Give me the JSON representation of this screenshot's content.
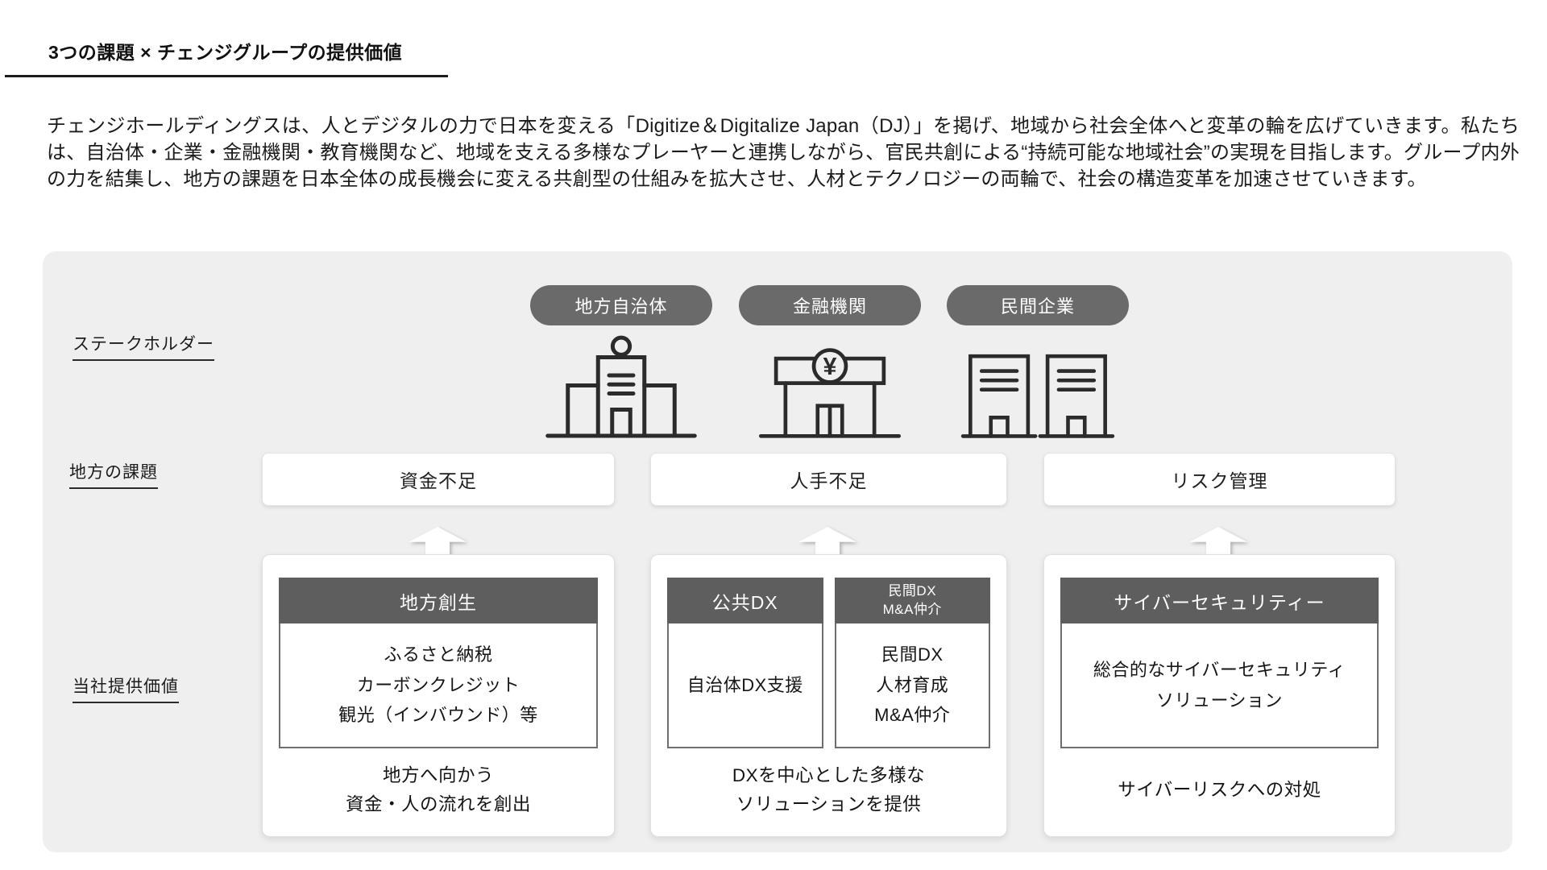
{
  "page": {
    "title": "3つの課題 × チェンジグループの提供価値",
    "intro": "チェンジホールディングスは、人とデジタルの力で日本を変える「Digitize＆Digitalize Japan（DJ）」を掲げ、地域から社会全体へと変革の輪を広げていきます。私たちは、自治体・企業・金融機関・教育機関など、地域を支える多様なプレーヤーと連携しながら、官民共創による“持続可能な地域社会”の実現を目指します。グループ内外の力を結集し、地方の課題を日本全体の成長機会に変える共創型の仕組みを拡大させ、人材とテクノロジーの両輪で、社会の構造変革を加速させていきます。"
  },
  "labels": {
    "stakeholders": "ステークホルダー",
    "challenges": "地方の課題",
    "value": "当社提供価値"
  },
  "stakeholders": [
    {
      "name": "地方自治体",
      "icon": "government-building-icon"
    },
    {
      "name": "金融機関",
      "icon": "bank-icon",
      "icon_glyph": "¥"
    },
    {
      "name": "民間企業",
      "icon": "office-buildings-icon"
    }
  ],
  "columns": [
    {
      "challenge": "資金不足",
      "solutions": [
        {
          "header": "地方創生",
          "body": "ふるさと納税\nカーボンクレジット\n観光（インバウンド）等"
        }
      ],
      "summary": "地方へ向かう\n資金・人の流れを創出"
    },
    {
      "challenge": "人手不足",
      "solutions": [
        {
          "header": "公共DX",
          "body": "自治体DX支援"
        },
        {
          "header": "民間DX\nM&A仲介",
          "body": "民間DX\n人材育成\nM&A仲介"
        }
      ],
      "summary": "DXを中心とした多様な\nソリューションを提供"
    },
    {
      "challenge": "リスク管理",
      "solutions": [
        {
          "header": "サイバーセキュリティー",
          "body": "総合的なサイバーセキュリティ\nソリューション"
        }
      ],
      "summary": "サイバーリスクへの対処"
    }
  ],
  "colors": {
    "panel_bg": "#efefef",
    "pill_bg": "#6a6a6a",
    "solution_header_bg": "#5e5e5e",
    "arrow": "#ffffff",
    "text": "#1a1a1a"
  }
}
